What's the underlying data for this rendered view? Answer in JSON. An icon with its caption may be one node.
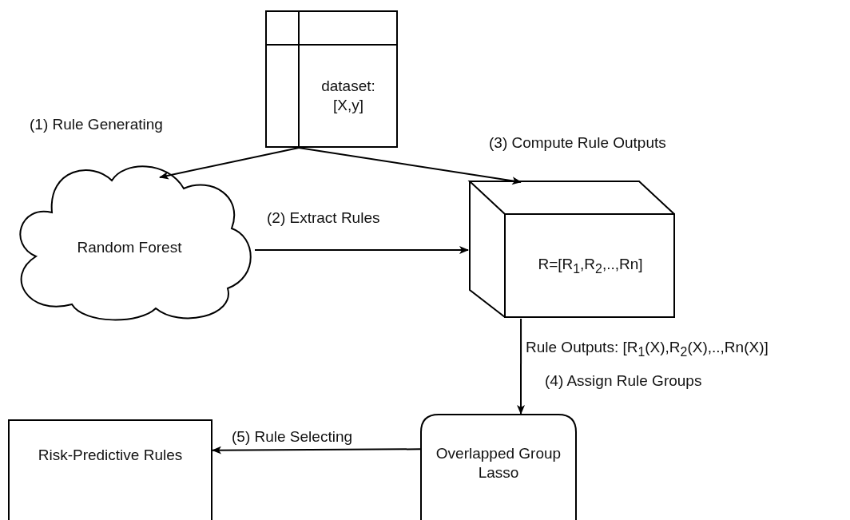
{
  "diagram": {
    "nodes": [
      {
        "text": [
          "dataset: [X,y]"
        ]
      },
      {
        "text": [
          "Random Forest"
        ]
      },
      {
        "text": [
          "R=[R$_{1}$,R$_{2}$,..,Rn]"
        ]
      },
      {
        "text": [
          "Overlapped Group Lasso"
        ]
      },
      {
        "text": [
          "Risk-Predictive Rules"
        ]
      }
    ],
    "edges": [
      {
        "from": 0,
        "to": 1,
        "arrow": "to",
        "label": "(1) Rule Generating"
      },
      {
        "from": 0,
        "to": 2,
        "arrow": "to",
        "label": "(3) Compute Rule Outputs"
      },
      {
        "from": 1,
        "to": 2,
        "arrow": "to",
        "label": "(2) Extract Rules"
      },
      {
        "from": 2,
        "to": 3,
        "arrow": "to",
        "label": "(4) Assign Rule Groups"
      },
      {
        "from": 3,
        "to": 4,
        "arrow": "to",
        "label": "(5) Rule Selecting"
      }
    ],
    "labels": [
      "Rule Outputs: [R$_{1}$(X),R$_{2}$(X),..,Rn(X)]"
    ]
  }
}
